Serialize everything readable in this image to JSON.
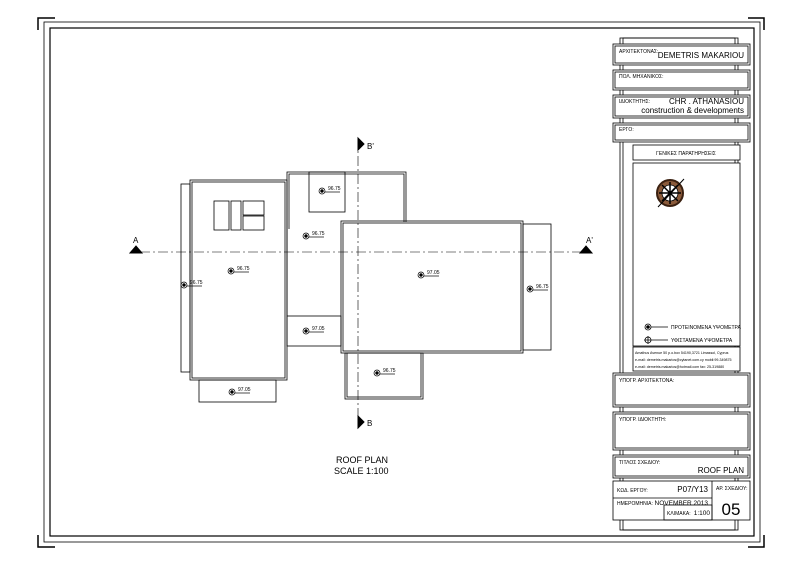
{
  "drawing": {
    "title_line1": "ROOF PLAN",
    "title_line2": "SCALE 1:100",
    "section_labels": {
      "a": "A",
      "a_prime": "A'",
      "b": "B",
      "b_prime": "B'"
    },
    "levels": [
      "96.75",
      "96.75",
      "96.75",
      "96.75",
      "97.05",
      "96.75",
      "97.05",
      "96.75",
      "97.05"
    ]
  },
  "title_block": {
    "architect_label": "ΑΡΧΙΤΕΚΤΟΝΑΣ:",
    "architect_value": "DEMETRIS MAKARIOU",
    "engineer_label": "ΠΟΛ. ΜΗΧΑΝΙΚΟΣ:",
    "owner_label": "ΙΔΙΟΚΤΗΤΗΣ:",
    "owner_value_1": "CHR . ATHANASIOU",
    "owner_value_2": "construction & developments",
    "project_label": "ΕΡΓΟ:",
    "notes_label": "ΓΕΝΙΚΕΣ ΠΑΡΑΤΗΡΗΣΕΙΣ",
    "legend_proposed": "ΠΡΟΤΕΙΝΟΜΕΝΑ ΥΨΟΜΕΤΡΑ",
    "legend_existing": "ΥΦΙΣΤΑΜΕΝΑ ΥΨΟΜΕΤΡΑ",
    "address_1": "Amathus Avenue 50 p.o.box 54190,3721 Limassol, Cyprus",
    "address_2": "e-mail: demetris.makarios@cytanet.com.cy   mobil:99-349875",
    "address_3": "e-mail: demetris.makarios@hotmail.com     fax: 25-319880",
    "sig_architect_label": "ΥΠΟΓΡ. ΑΡΧΙΤΕΚΤΟΝΑ:",
    "sig_owner_label": "ΥΠΟΓΡ. ΙΔΙΟΚΤΗΤΗ:",
    "drawing_title_label": "ΤΙΤΛΟΣ ΣΧΕΔΙΟΥ:",
    "drawing_title_value": "ROOF PLAN",
    "project_code_label": "ΚΩΔ. ΕΡΓΟΥ:",
    "project_code_value": "P07/Y13",
    "date_label": "ΗΜΕΡΟΜΗΝΙΑ:",
    "date_value": "NOVEMBER 2013",
    "sheet_no_label": "ΑΡ. ΣΧΕΔΙΟΥ:",
    "sheet_no_value": "05",
    "scale_label": "ΚΛΙΜΑΚΑ:",
    "scale_value": "1:100"
  }
}
